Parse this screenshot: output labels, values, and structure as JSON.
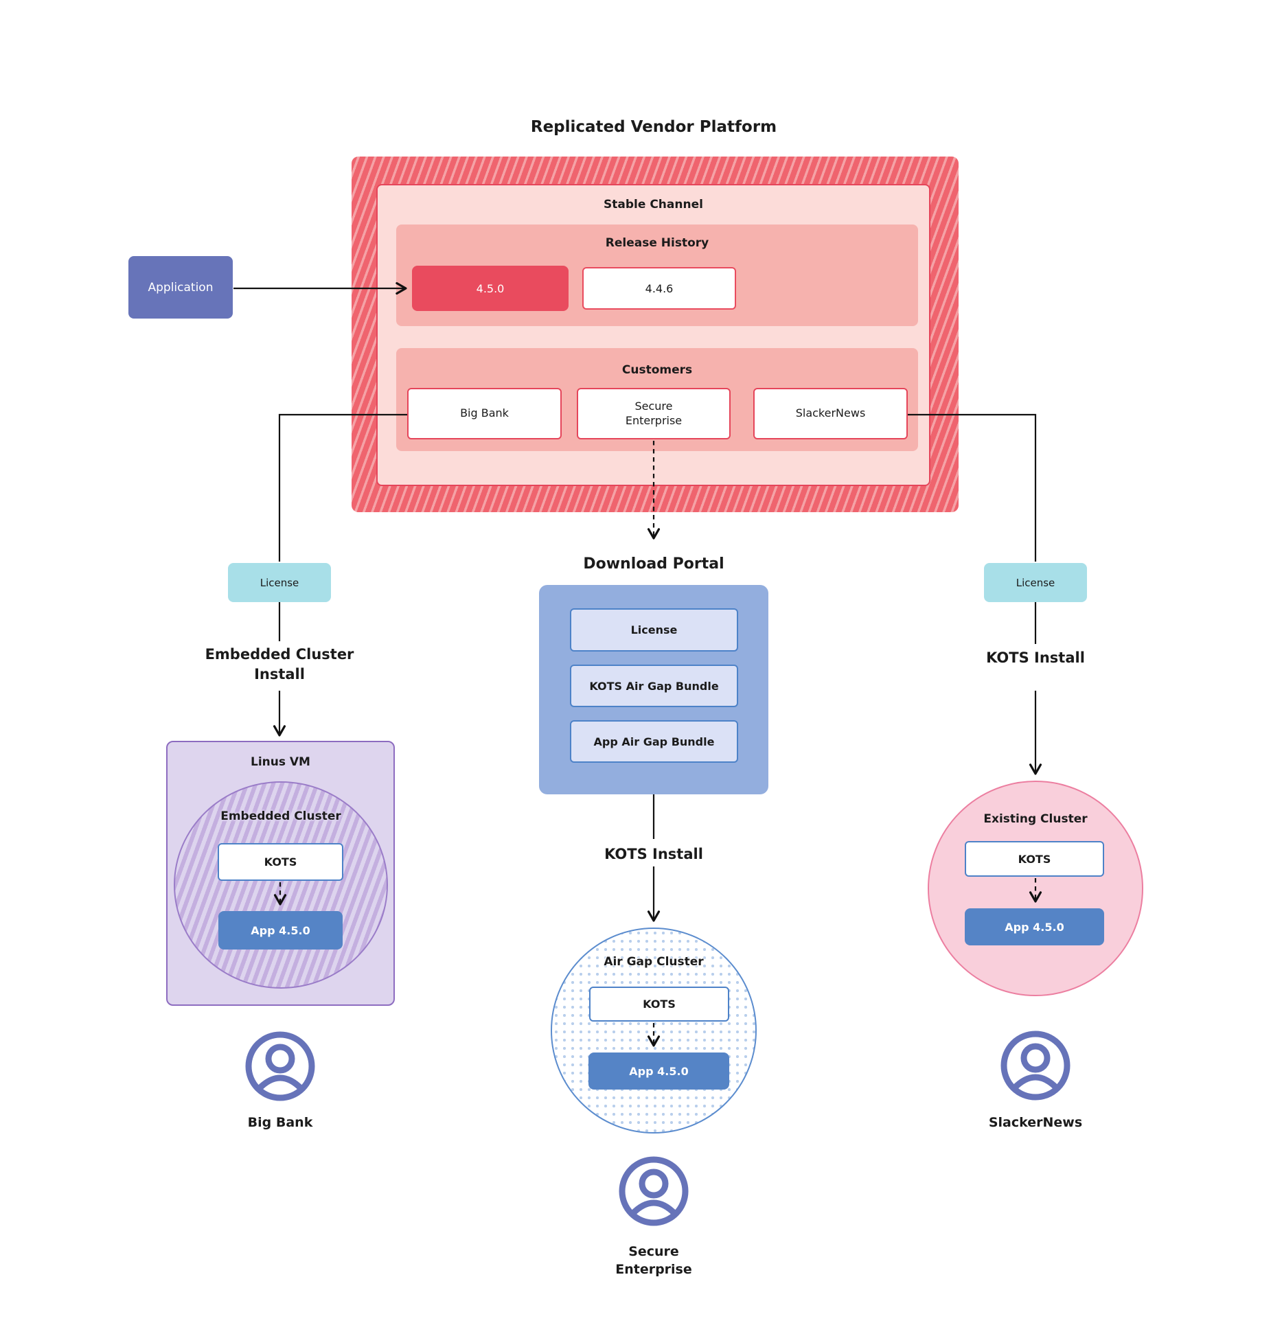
{
  "diagram_title": "Replicated Vendor Platform",
  "application": {
    "label": "Application"
  },
  "platform": {
    "stable_channel_label": "Stable Channel",
    "release_history_label": "Release History",
    "releases": {
      "current": "4.5.0",
      "previous": "4.4.6"
    },
    "customers_label": "Customers",
    "customers": [
      "Big Bank",
      "Secure Enterprise",
      "SlackerNews"
    ]
  },
  "left_flow": {
    "license_label": "License",
    "install_label": "Embedded Cluster Install"
  },
  "center_flow": {
    "portal_title": "Download Portal",
    "portal_items": [
      "License",
      "KOTS Air Gap Bundle",
      "App Air Gap Bundle"
    ],
    "install_label": "KOTS Install"
  },
  "right_flow": {
    "license_label": "License",
    "install_label": "KOTS Install"
  },
  "embedded_cluster": {
    "vm_label": "Linus VM",
    "cluster_label": "Embedded Cluster",
    "kots_label": "KOTS",
    "app_label": "App 4.5.0"
  },
  "air_gap_cluster": {
    "cluster_label": "Air Gap Cluster",
    "kots_label": "KOTS",
    "app_label": "App 4.5.0"
  },
  "existing_cluster": {
    "cluster_label": "Existing Cluster",
    "kots_label": "KOTS",
    "app_label": "App 4.5.0"
  },
  "users": {
    "big_bank": "Big Bank",
    "secure_enterprise": "Secure Enterprise",
    "slacker_news": "SlackerNews"
  },
  "colors": {
    "hatch_red_dark": "#ef646e",
    "hatch_red_light": "#f5a2a6",
    "channel_bg": "#fcdcd9",
    "channel_border": "#e5455a",
    "section_bg": "#f6b2ae",
    "current_release": "#e94b5e",
    "application_purple": "#6774b9",
    "license_teal": "#a8dfe8",
    "portal_blue": "#93aede",
    "portal_item_bg": "#dbe1f6",
    "blue_border": "#4d82c8",
    "app_blue": "#5584c6",
    "vm_lavender": "#ded5ee",
    "vm_border": "#8d6cc0",
    "existing_pink": "#f9cfdb",
    "existing_border": "#ec7ea0",
    "person_purple": "#6673b9"
  }
}
